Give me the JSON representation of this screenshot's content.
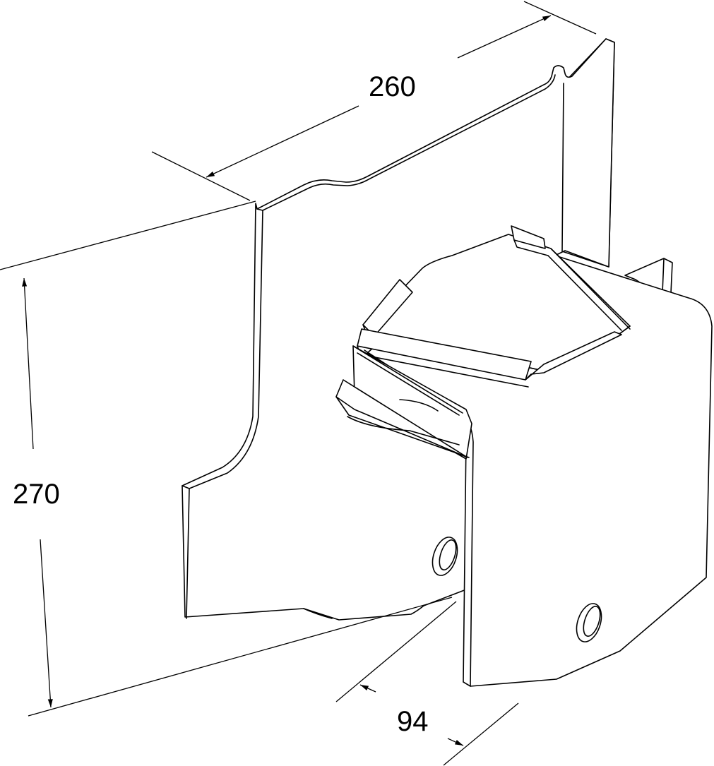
{
  "drawing": {
    "dimensions": {
      "width": "260",
      "height": "270",
      "depth": "94"
    }
  }
}
